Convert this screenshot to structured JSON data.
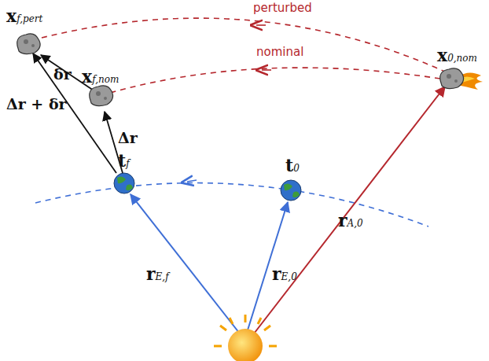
{
  "diagram": {
    "labels": [
      "perturbed",
      "nominal",
      "xf,pert",
      "xf,nom",
      "x0,nom",
      "δr",
      "Δr",
      "Δr + δr",
      "tf",
      "t0",
      "rE,f",
      "rE,0",
      "rA,0"
    ]
  }
}
